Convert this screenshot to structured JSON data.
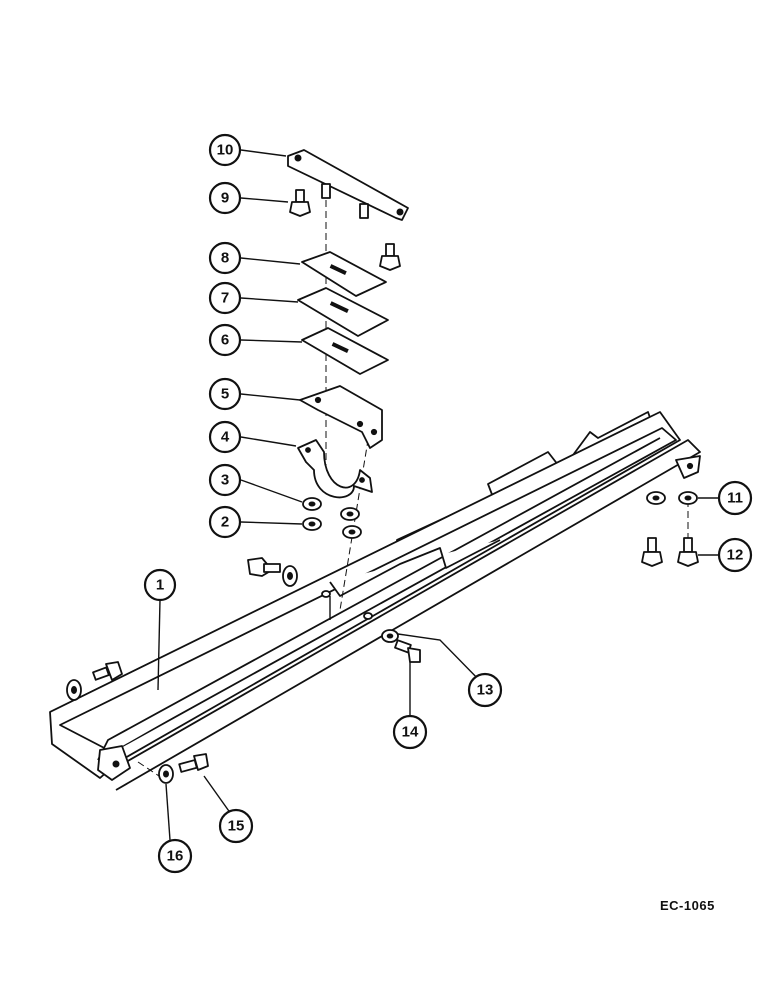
{
  "callouts": [
    {
      "id": "10",
      "label": "10"
    },
    {
      "id": "9",
      "label": "9"
    },
    {
      "id": "8",
      "label": "8"
    },
    {
      "id": "7",
      "label": "7"
    },
    {
      "id": "6",
      "label": "6"
    },
    {
      "id": "5",
      "label": "5"
    },
    {
      "id": "4",
      "label": "4"
    },
    {
      "id": "3",
      "label": "3"
    },
    {
      "id": "2",
      "label": "2"
    },
    {
      "id": "1",
      "label": "1"
    },
    {
      "id": "11",
      "label": "11"
    },
    {
      "id": "12",
      "label": "12"
    },
    {
      "id": "13",
      "label": "13"
    },
    {
      "id": "14",
      "label": "14"
    },
    {
      "id": "15",
      "label": "15"
    },
    {
      "id": "16",
      "label": "16"
    }
  ],
  "drawing_id": "EC-1065"
}
